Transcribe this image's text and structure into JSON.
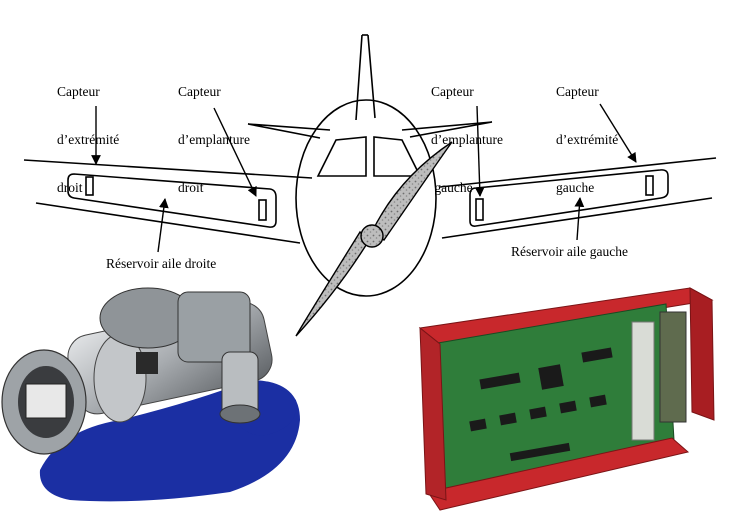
{
  "labels": {
    "right_tip": [
      "Capteur",
      "d’extrémité",
      "droit"
    ],
    "right_root": [
      "Capteur",
      "d’emplanture",
      "droit"
    ],
    "left_root": [
      "Capteur",
      "d’emplanture",
      " gauche"
    ],
    "left_tip": [
      "Capteur",
      "d’extrémité",
      "gauche"
    ],
    "right_tank": "Réservoir aile droite",
    "left_tank": "Réservoir aile gauche"
  },
  "colors": {
    "line": "#000000",
    "propeller": "#a9a9a9",
    "board_frame": "#c8282c",
    "pcb": "#2f7d3a",
    "metal": "#b5b8bb",
    "shadow": "#1b2fa3"
  }
}
